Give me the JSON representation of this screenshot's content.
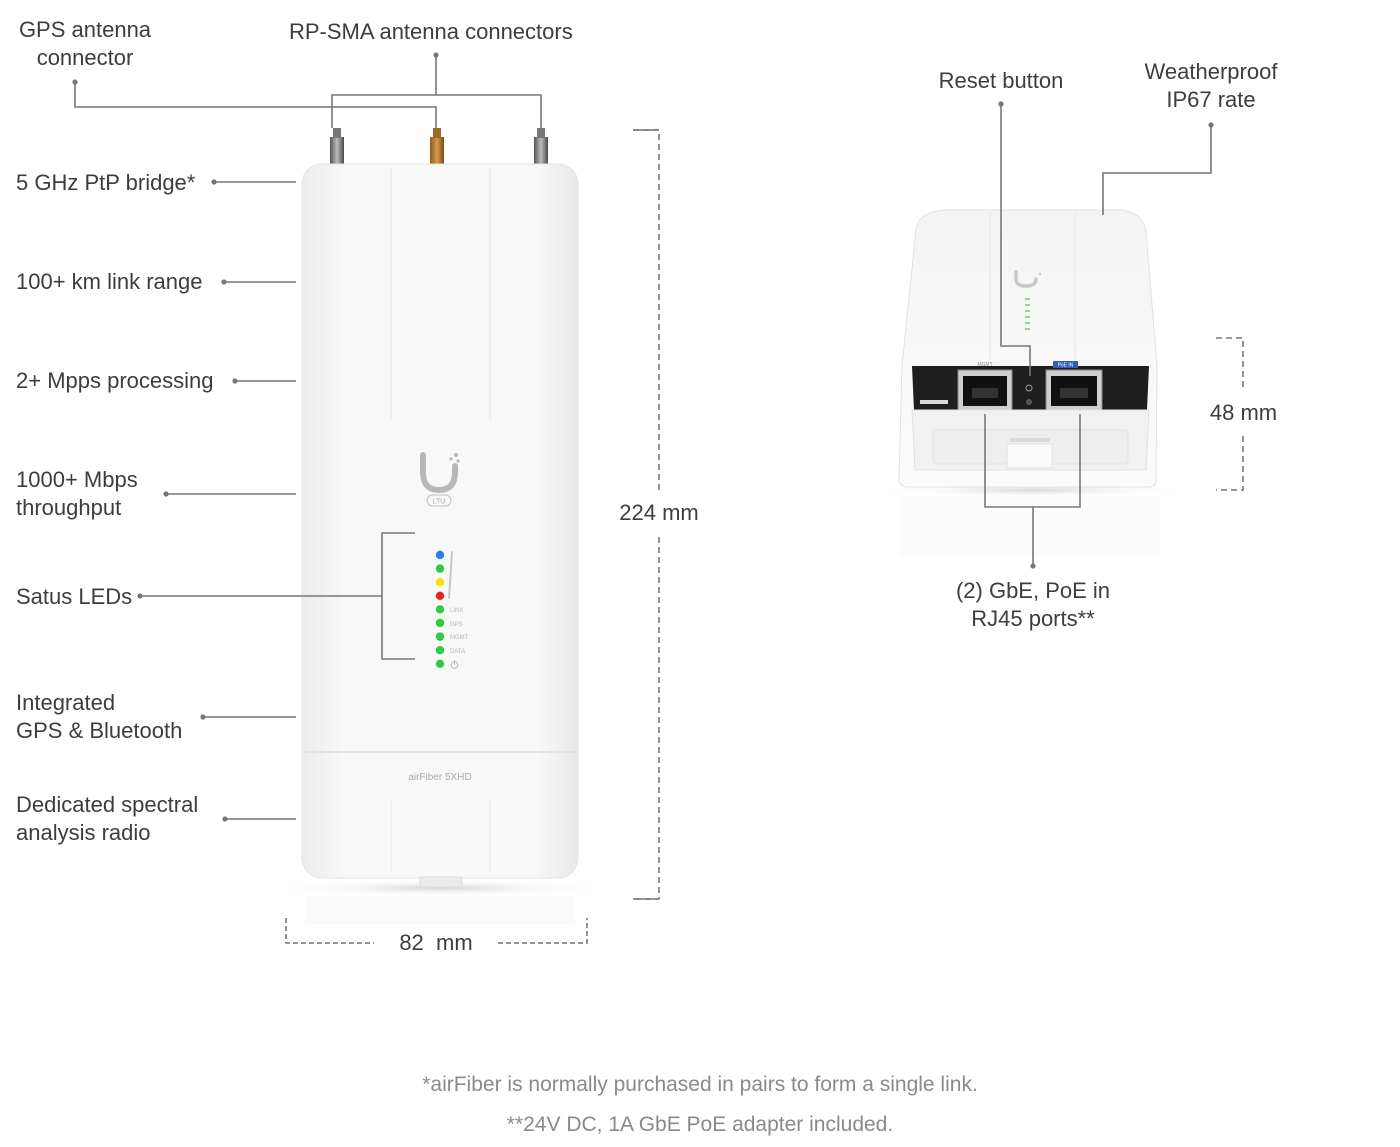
{
  "labels": {
    "gps_antenna": [
      "GPS antenna",
      "connector"
    ],
    "rpsma": "RP-SMA antenna connectors",
    "ptp_bridge": "5 GHz PtP bridge*",
    "link_range": "100+ km link range",
    "mpps": "2+ Mpps processing",
    "throughput": [
      "1000+ Mbps",
      "throughput"
    ],
    "status_leds": "Satus LEDs",
    "gps_bt": [
      "Integrated",
      "GPS & Bluetooth"
    ],
    "spectral": [
      "Dedicated spectral",
      "analysis radio"
    ],
    "reset": "Reset button",
    "weatherproof": [
      "Weatherproof",
      "IP67 rate"
    ],
    "ports": [
      "(2) GbE, PoE in",
      "RJ45 ports**"
    ]
  },
  "dimensions": {
    "height": "224 mm",
    "width": "82  mm",
    "depth": "48 mm"
  },
  "device": {
    "badge": "LTU",
    "model": "airFiber 5XHD",
    "led_labels": [
      "LINK",
      "GPS",
      "MGMT",
      "DATA"
    ],
    "port_left_label": "MGMT",
    "port_right_label": "PoE IN",
    "led_colors": [
      "#2f80ed",
      "#2ecc40",
      "#f2e600",
      "#e8231b",
      "#2ecc40",
      "#2ecc40",
      "#2ecc40",
      "#2ecc40",
      "#2ecc40"
    ]
  },
  "footnotes": [
    "*airFiber is normally purchased in pairs to form a single link.",
    "**24V DC, 1A GbE PoE adapter included."
  ]
}
